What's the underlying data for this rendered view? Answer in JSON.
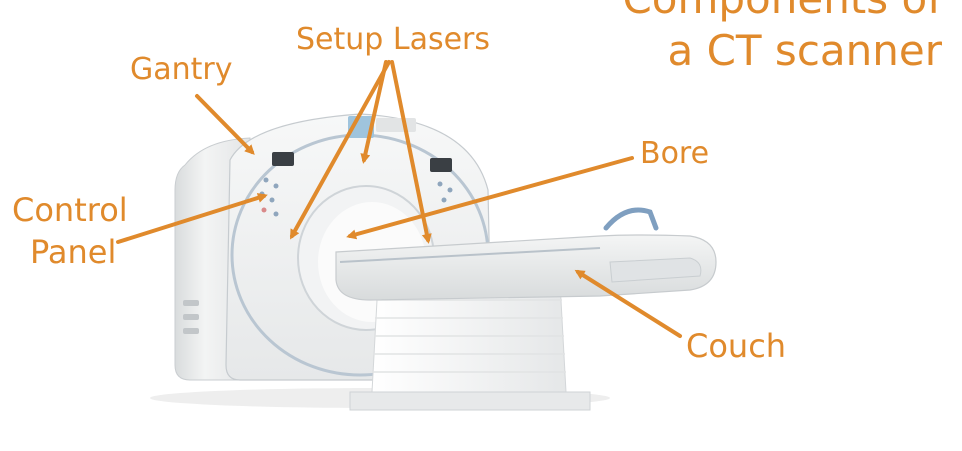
{
  "title": {
    "line1": "Components of",
    "line2": "a CT scanner"
  },
  "labels": {
    "setup_lasers": "Setup Lasers",
    "gantry": "Gantry",
    "bore": "Bore",
    "control_panel_line1": "Control",
    "control_panel_line2": "Panel",
    "couch": "Couch"
  },
  "colors": {
    "annotation": "#e08a2c",
    "scanner_body": "#eceeee",
    "bore_ring": "#b9c6d2",
    "background": "#ffffff"
  }
}
